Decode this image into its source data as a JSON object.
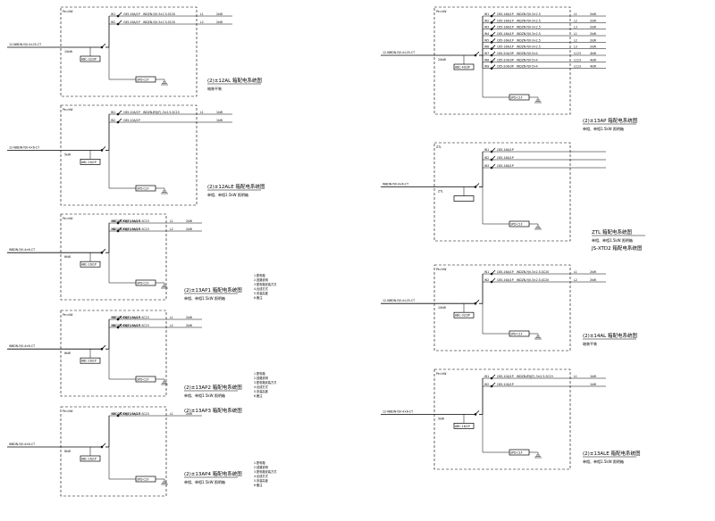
{
  "panels": [
    {
      "id": "p1",
      "panel_title": "(2)±12AL 箱配电系统图",
      "panel_note": "暗装平装",
      "incoming": "12-WBDN-YJV-4×25-CT",
      "breaker": "10kW",
      "meter": "ABC-32/3P",
      "spd": "SPD-C1F",
      "outgoing": [
        {
          "circuit": "W1",
          "device": "C65-16A/1P",
          "cable": "WDZN-YJV-3×2.5-SC20",
          "phase": "L1",
          "load": "2kW"
        },
        {
          "circuit": "W2",
          "device": "C65-16A/1P",
          "cable": "WDZN-YJV-3×2.5-SC20",
          "phase": "L2",
          "load": "2kW"
        }
      ]
    },
    {
      "id": "p2",
      "panel_title": "(2)±12ALE 箱配电系统图",
      "panel_note": "单相、单相1.5kW 照明箱",
      "incoming": "12-WBDN-YJV-4×6-CT",
      "breaker": "5kW",
      "meter": "ABC-16/1P",
      "spd": "SPD-C1F",
      "outgoing": [
        {
          "circuit": "W1",
          "device": "C65-10A/1P",
          "cable": "WDZN-BYJ(F)-3×2.5-SC15",
          "phase": "L1",
          "load": "1kW"
        },
        {
          "circuit": "W2",
          "device": "C65-10A/1P",
          "cable": "",
          "phase": "",
          "load": "1kW"
        }
      ]
    },
    {
      "id": "p3",
      "panel_title": "(2)±13AP1 箱配电系统图",
      "panel_note": "单相、单相1.5kW 照明箱",
      "incoming": "WBDN-YJV-4×6-CT",
      "breaker": "6kW",
      "meter": "ABC-16/1P",
      "spd": "SPD-C1F",
      "outgoing": [
        {
          "circuit": "W1",
          "device": "C65-16A/1P",
          "cable": "WDZN-BYJ(F)-3×2.5-SC15",
          "phase": "L1",
          "load": "2kW"
        },
        {
          "circuit": "W2",
          "device": "C65-16A/1P",
          "cable": "WDZN-BYJ(F)-3×2.5-SC15",
          "phase": "L2",
          "load": "2kW"
        }
      ],
      "notes": [
        "1.配电箱",
        "2.回路说明",
        "3.配电箱安装方式",
        "4.出线方式",
        "5.安装高度",
        "6.备注"
      ]
    },
    {
      "id": "p4",
      "panel_title": "(2)±13AP2 箱配电系统图",
      "panel_note": "单相、单相1.5kW 照明箱",
      "panel_title_b": "(2)±13AP3 箱配电系统图",
      "incoming": "WBDN-YJV-4×6-CT",
      "breaker": "6kW",
      "meter": "ABC-16/1P",
      "spd": "SPD-C1F",
      "outgoing": [
        {
          "circuit": "W1",
          "device": "C65-16A/1P",
          "cable": "WDZN-BYJ(F)-3×2.5-SC15",
          "phase": "L1",
          "load": "2kW"
        },
        {
          "circuit": "W2",
          "device": "C65-16A/1P",
          "cable": "WDZN-BYJ(F)-3×2.5-SC15",
          "phase": "L2",
          "load": "2kW"
        }
      ],
      "notes": [
        "1.配电箱",
        "2.回路说明",
        "3.配电箱安装方式",
        "4.出线方式",
        "5.安装高度",
        "6.备注"
      ]
    },
    {
      "id": "p5",
      "panel_title": "(2)±13AP4 箱配电系统图",
      "panel_note": "单相、单相1.5kW 照明箱",
      "incoming": "WBDN-YJV-4×6-CT",
      "breaker": "6kW",
      "meter": "ABC-16/1P",
      "spd": "SPD-C1F",
      "outgoing": [
        {
          "circuit": "W1",
          "device": "C65-16A/1P",
          "cable": "WDZN-BYJ(F)-3×2.5-SC15",
          "phase": "L1",
          "load": "2kW"
        }
      ],
      "notes": [
        "1.配电箱",
        "2.回路说明",
        "3.配电箱安装方式",
        "4.出线方式",
        "5.安装高度",
        "6.备注"
      ]
    },
    {
      "id": "p6",
      "panel_title": "(2)±13AP 箱配电系统图",
      "panel_note": "单相、单相1.5kW 照明箱",
      "incoming": "12-WBDN-YJV-4×25-CT",
      "breaker": "20kW",
      "meter": "ABC-40/3P",
      "spd": "SPD-C1F",
      "outgoing": [
        {
          "circuit": "W1",
          "device": "C65-16A/1P",
          "cable": "WDZN-YJV-3×2.5",
          "phase": "L1",
          "load": "2kW"
        },
        {
          "circuit": "W2",
          "device": "C65-16A/1P",
          "cable": "WDZN-YJV-3×2.5",
          "phase": "L2",
          "load": "2kW"
        },
        {
          "circuit": "W3",
          "device": "C65-16A/1P",
          "cable": "WDZN-YJV-3×2.5",
          "phase": "L3",
          "load": "2kW"
        },
        {
          "circuit": "W4",
          "device": "C65-16A/1P",
          "cable": "WDZN-YJV-3×2.5",
          "phase": "L1",
          "load": "2kW"
        },
        {
          "circuit": "W5",
          "device": "C65-16A/1P",
          "cable": "WDZN-YJV-3×2.5",
          "phase": "L2",
          "load": "2kW"
        },
        {
          "circuit": "W6",
          "device": "C65-16A/1P",
          "cable": "WDZN-YJV-3×2.5",
          "phase": "L3",
          "load": "2kW"
        },
        {
          "circuit": "W7",
          "device": "C65-20A/3P",
          "cable": "WDZN-YJV-5×4",
          "phase": "L123",
          "load": "4kW"
        },
        {
          "circuit": "W8",
          "device": "C65-20A/3P",
          "cable": "WDZN-YJV-5×4",
          "phase": "L123",
          "load": "4kW"
        },
        {
          "circuit": "W9",
          "device": "C65-20A/3P",
          "cable": "WDZN-YJV-5×4",
          "phase": "L123",
          "load": "4kW"
        }
      ]
    },
    {
      "id": "p7",
      "panel_title": "ZTL 箱配电系统图",
      "panel_note": "单相、单相1.5kW 照明箱",
      "panel_title_b": "JS-XTD2 箱配电系统图",
      "incoming": "WBDN-YJV-4×6-CT",
      "breaker": "ZTL",
      "meter": "",
      "spd": "SPD-C1F",
      "outgoing": [
        {
          "circuit": "W1",
          "device": "C65-16A/1P",
          "cable": "",
          "phase": "",
          "load": ""
        },
        {
          "circuit": "W2",
          "device": "C65-16A/1P",
          "cable": "",
          "phase": "",
          "load": ""
        },
        {
          "circuit": "W3",
          "device": "C65-16A/1P",
          "cable": "",
          "phase": "",
          "load": ""
        }
      ]
    },
    {
      "id": "p8",
      "panel_title": "(2)±14AL 箱配电系统图",
      "panel_note": "暗装平装",
      "incoming": "12-WBDN-YJV-4×25-CT",
      "breaker": "10kW",
      "meter": "ABC-32/3P",
      "spd": "SPD-C1F",
      "outgoing": [
        {
          "circuit": "W1",
          "device": "C65-16A/1P",
          "cable": "WDZN-YJV-3×2.5-SC20",
          "phase": "L1",
          "load": "2kW"
        },
        {
          "circuit": "W2",
          "device": "C65-16A/1P",
          "cable": "WDZN-YJV-3×2.5-SC20",
          "phase": "L2",
          "load": "2kW"
        }
      ]
    },
    {
      "id": "p9",
      "panel_title": "(2)±13ALE 箱配电系统图",
      "panel_note": "单相、单相1.5kW 照明箱",
      "incoming": "12-WBDN-YJV-4×6-CT",
      "breaker": "5kW",
      "meter": "ABC-16/1P",
      "spd": "SPD-C1F",
      "outgoing": [
        {
          "circuit": "W1",
          "device": "C65-10A/1P",
          "cable": "WDZN-BYJ(F)-3×2.5-SC15",
          "phase": "L1",
          "load": "1kW"
        },
        {
          "circuit": "W2",
          "device": "C65-10A/1P",
          "cable": "",
          "phase": "",
          "load": "1kW"
        }
      ]
    }
  ]
}
